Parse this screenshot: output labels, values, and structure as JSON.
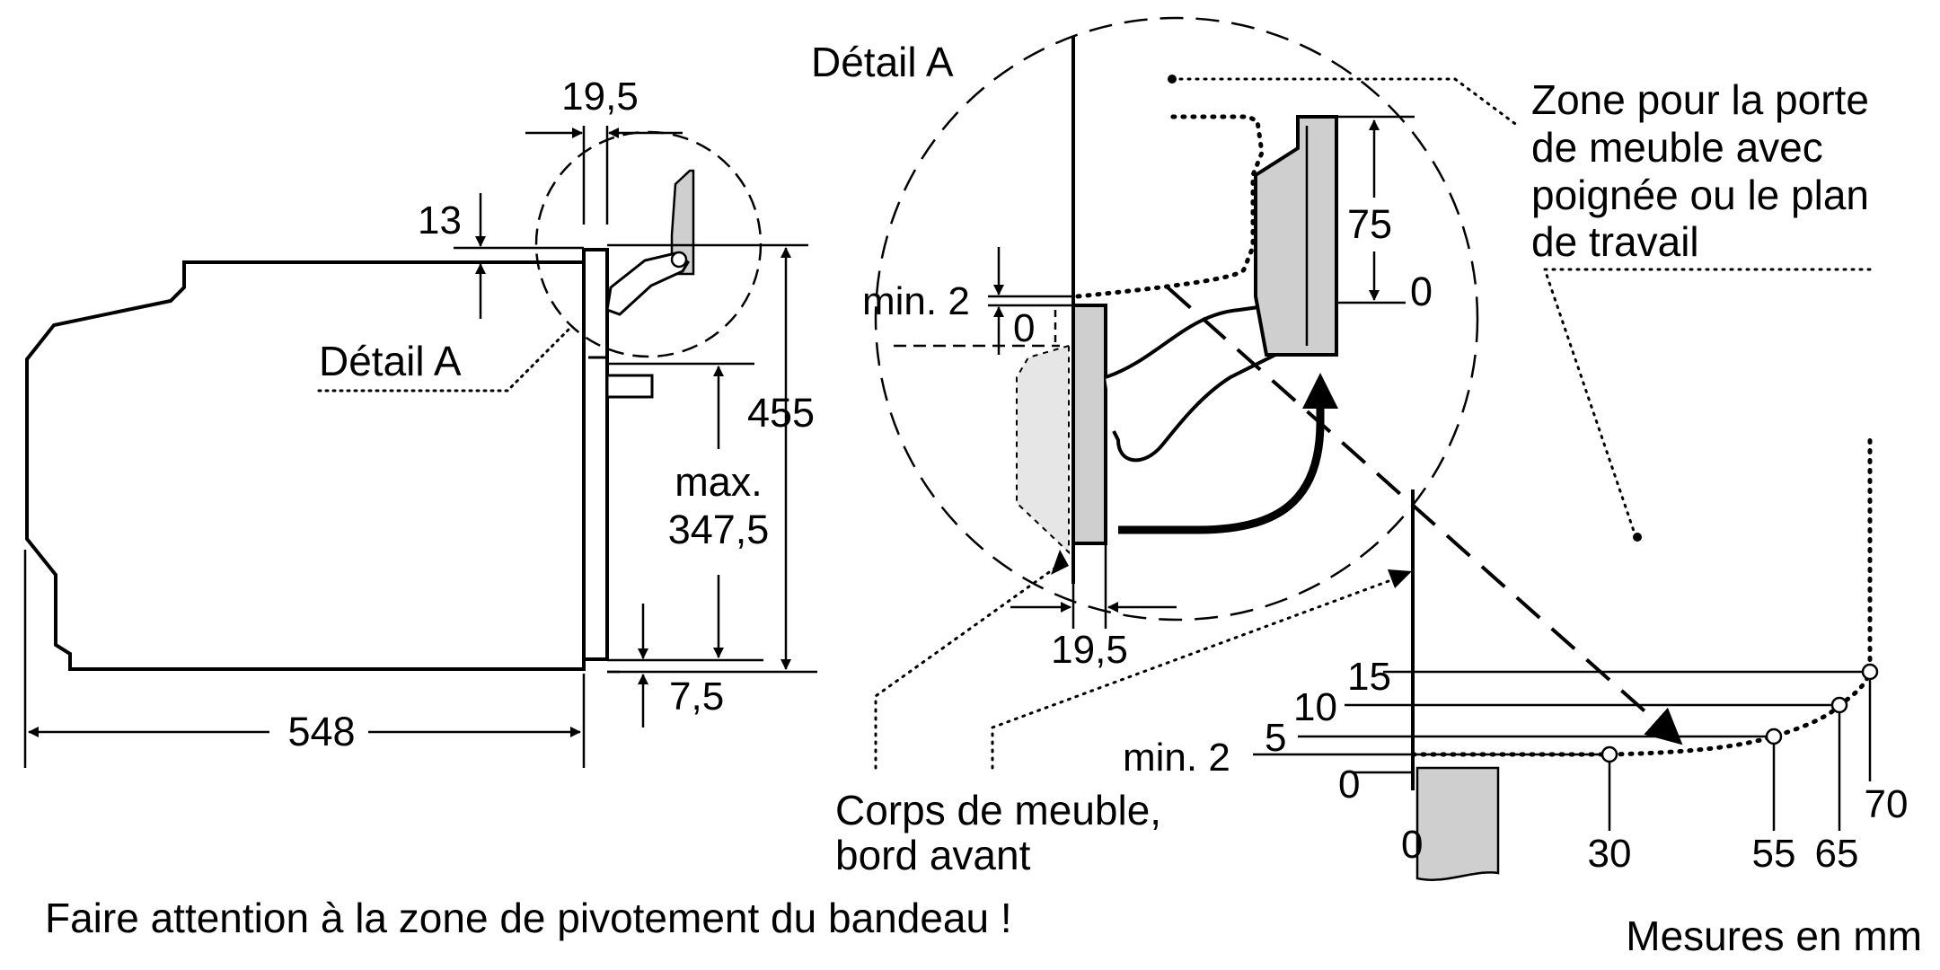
{
  "labels": {
    "detail_a_top": "Détail A",
    "detail_a_left": "Détail A",
    "zone_line1": "Zone pour la porte",
    "zone_line2": "de meuble avec",
    "zone_line3": "poignée ou le plan",
    "zone_line4": "de travail",
    "corps_line1": "Corps de meuble,",
    "corps_line2": "bord avant",
    "warning": "Faire attention à la zone de pivotement du bandeau !",
    "units": "Mesures en mm"
  },
  "dimensions": {
    "d19_5_top": "19,5",
    "d13": "13",
    "d455": "455",
    "max_line1": "max.",
    "max_line2": "347,5",
    "d7_5": "7,5",
    "d548": "548",
    "d19_5_detail": "19,5",
    "min2_detail": "min. 2",
    "zero_detail": "0",
    "d75": "75",
    "zero_75": "0"
  },
  "clearance_graph": {
    "y_labels": [
      "15",
      "10",
      "5",
      "min. 2",
      "0"
    ],
    "x_labels": [
      "0",
      "30",
      "55",
      "65",
      "70"
    ]
  },
  "colors": {
    "line": "#000000",
    "panel_fill": "#cfcfcf",
    "light_fill": "#e6e6e6"
  }
}
